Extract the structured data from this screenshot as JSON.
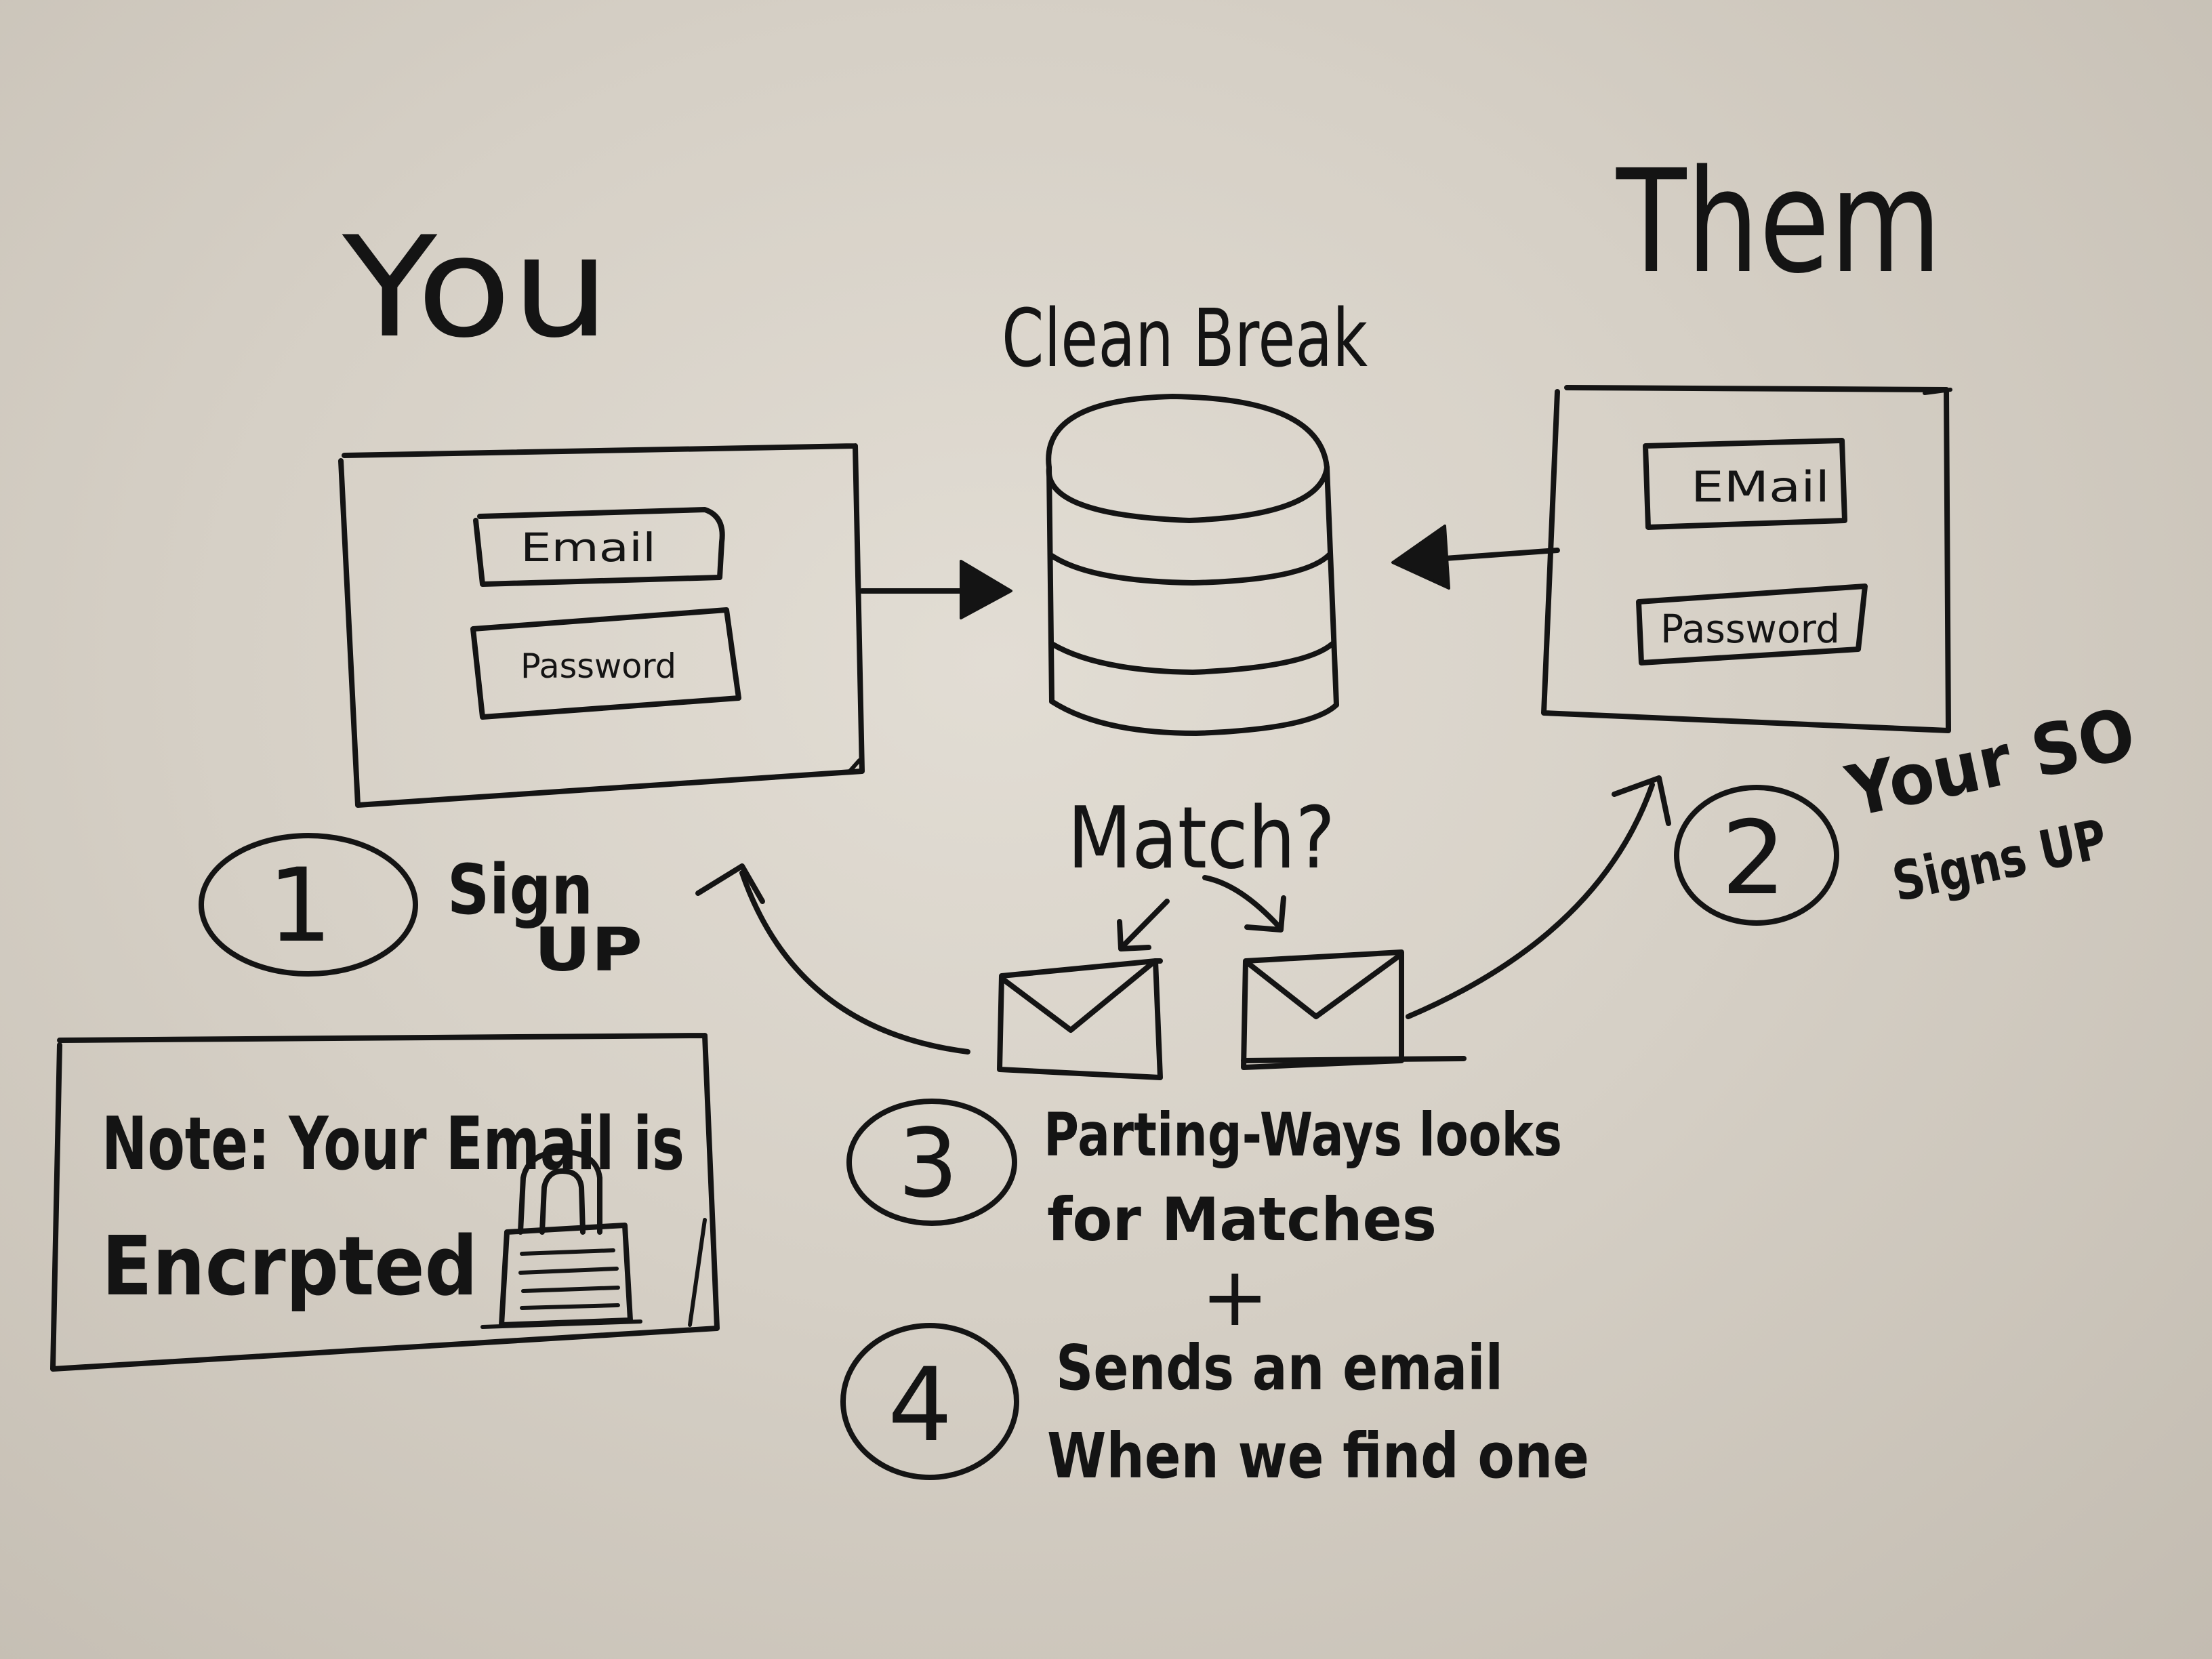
{
  "columns": {
    "you": "You",
    "clean_break": "Clean Break",
    "them": "Them"
  },
  "you_form": {
    "email_label": "Email",
    "password_label": "Password"
  },
  "them_form": {
    "email_label": "EMail",
    "password_label": "Password"
  },
  "match_label": "Match?",
  "steps": [
    {
      "number": "1",
      "lines": [
        "Sign",
        "UP"
      ]
    },
    {
      "number": "2",
      "lines": [
        "Your SO",
        "Signs UP"
      ]
    },
    {
      "number": "3",
      "lines": [
        "Parting-Ways looks",
        "for Matches"
      ]
    },
    {
      "number": "4",
      "lines": [
        "Sends an email",
        "When we find one"
      ]
    }
  ],
  "plus_sign": "+",
  "note": {
    "line1": "Note: Your Email is",
    "line2": "Encrpted"
  },
  "icons": {
    "database": "database-icon",
    "envelope": "envelope-icon",
    "padlock": "padlock-icon"
  }
}
